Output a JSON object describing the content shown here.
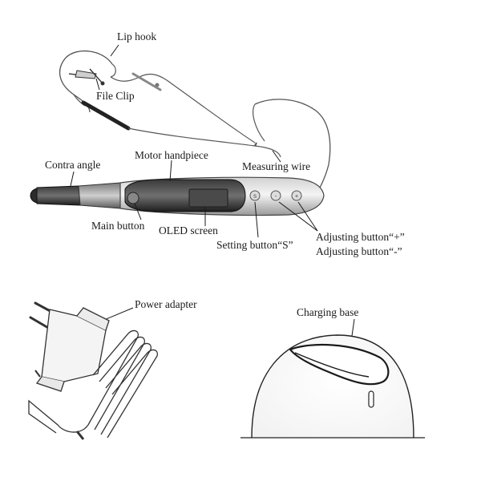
{
  "labels": {
    "lip_hook": "Lip hook",
    "file_clip": "File Clip",
    "measuring_wire": "Measuring wire",
    "contra_angle": "Contra angle",
    "motor_handpiece": "Motor handpiece",
    "main_button": "Main button",
    "oled_screen": "OLED screen",
    "setting_button": "Setting button“S”",
    "adjusting_plus": "Adjusting button“+”",
    "adjusting_minus": "Adjusting button“-”",
    "power_adapter": "Power adapter",
    "charging_base": "Charging base"
  },
  "button_marks": {
    "setting": "S",
    "minus": "-",
    "plus": "+"
  }
}
